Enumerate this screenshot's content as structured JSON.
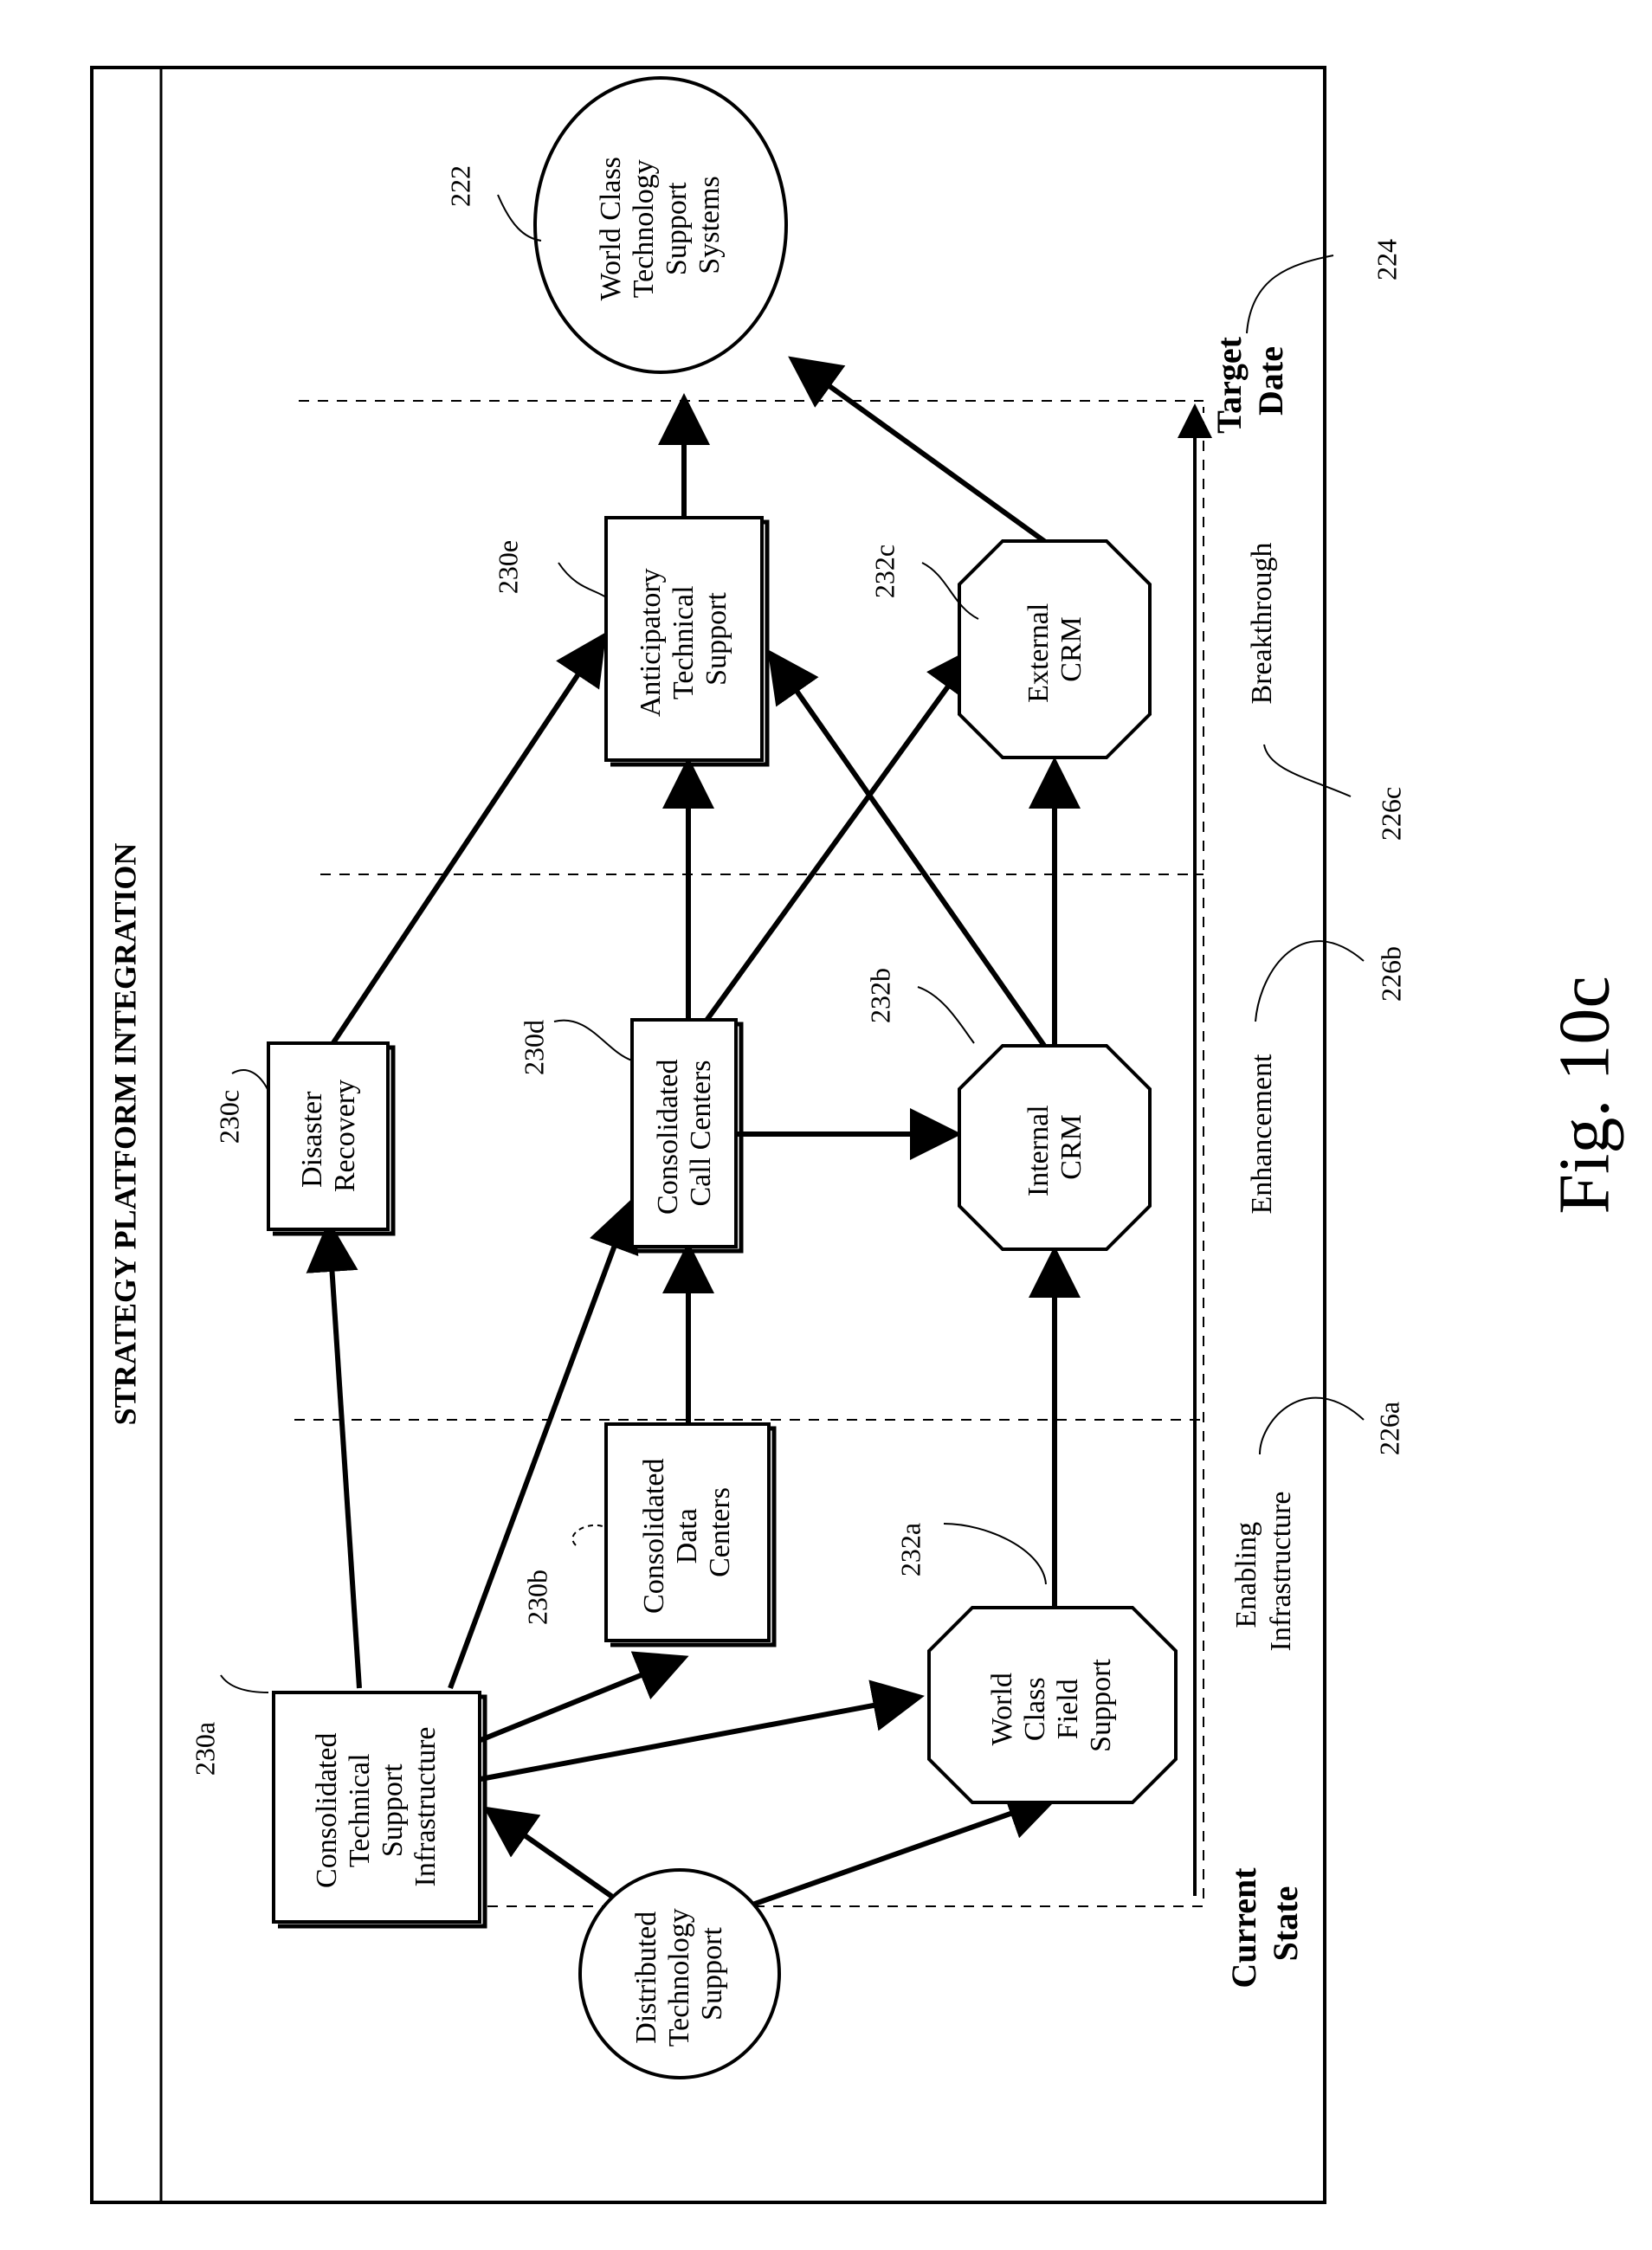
{
  "title": "STRATEGY PLATFORM INTEGRATION",
  "figure_label": "Fig. 10c",
  "nodes": {
    "distributed": [
      "Distributed",
      "Technology",
      "Support"
    ],
    "n230a": [
      "Consolidated",
      "Technical",
      "Support",
      "Infrastructure"
    ],
    "n230b": [
      "Consolidated",
      "Data",
      "Centers"
    ],
    "n230c": [
      "Disaster",
      "Recovery"
    ],
    "n230d": [
      "Consolidated",
      "Call Centers"
    ],
    "n230e": [
      "Anticipatory",
      "Technical",
      "Support"
    ],
    "n232a": [
      "World",
      "Class",
      "Field",
      "Support"
    ],
    "n232b": [
      "Internal",
      "CRM"
    ],
    "n232c": [
      "External",
      "CRM"
    ],
    "n222": [
      "World Class",
      "Technology",
      "Support",
      "Systems"
    ]
  },
  "refs": {
    "r222": "222",
    "r224": "224",
    "r230a": "230a",
    "r230b": "230b",
    "r230c": "230c",
    "r230d": "230d",
    "r230e": "230e",
    "r232a": "232a",
    "r232b": "232b",
    "r232c": "232c",
    "r226a": "226a",
    "r226b": "226b",
    "r226c": "226c"
  },
  "phases": {
    "current": [
      "Current",
      "State"
    ],
    "enabling": [
      "Enabling",
      "Infrastructure"
    ],
    "enhancement": "Enhancement",
    "breakthrough": "Breakthrough",
    "target": [
      "Target",
      "Date"
    ]
  }
}
